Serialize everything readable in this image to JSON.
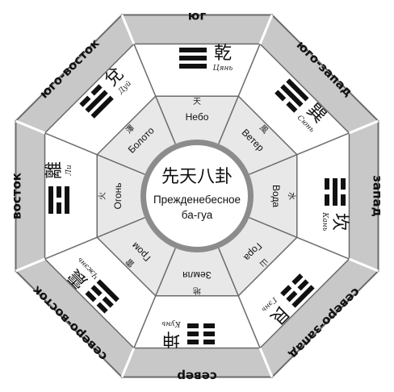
{
  "colors": {
    "outer_ring": "#c8c8c8",
    "outer_sep": "#ffffff",
    "mid_ring": "#ffffff",
    "inner_ring": "#e8e8e8",
    "center_ring": "#8c8c8c",
    "line": "#6b6b6b",
    "trigram": "#111111"
  },
  "center": {
    "characters": "先天八卦",
    "title_line1": "Прежденебесное",
    "title_line2": "ба-гуа"
  },
  "sectors": [
    {
      "direction": "юг",
      "trigram_char": "乾",
      "trigram_name": "Цянь",
      "element_char": "天",
      "element": "Небо",
      "lines": [
        1,
        1,
        1
      ]
    },
    {
      "direction": "юго-запад",
      "trigram_char": "巽",
      "trigram_name": "Сюнь",
      "element_char": "風",
      "element": "Ветер",
      "lines": [
        1,
        1,
        0
      ]
    },
    {
      "direction": "запад",
      "trigram_char": "坎",
      "trigram_name": "Кань",
      "element_char": "水",
      "element": "Вода",
      "lines": [
        0,
        1,
        0
      ]
    },
    {
      "direction": "северо-запад",
      "trigram_char": "艮",
      "trigram_name": "Гэнь",
      "element_char": "山",
      "element": "Гора",
      "lines": [
        1,
        0,
        0
      ]
    },
    {
      "direction": "север",
      "trigram_char": "坤",
      "trigram_name": "Кунь",
      "element_char": "地",
      "element": "Земля",
      "lines": [
        0,
        0,
        0
      ]
    },
    {
      "direction": "северо-восток",
      "trigram_char": "震",
      "trigram_name": "Чжэнь",
      "element_char": "雷",
      "element": "Гром",
      "lines": [
        0,
        0,
        1
      ]
    },
    {
      "direction": "восток",
      "trigram_char": "離",
      "trigram_name": "Ли",
      "element_char": "火",
      "element": "Огонь",
      "lines": [
        1,
        0,
        1
      ]
    },
    {
      "direction": "юго-восток",
      "trigram_char": "兌",
      "trigram_name": "Дуй",
      "element_char": "澤",
      "element": "Болото",
      "lines": [
        0,
        1,
        1
      ]
    }
  ]
}
